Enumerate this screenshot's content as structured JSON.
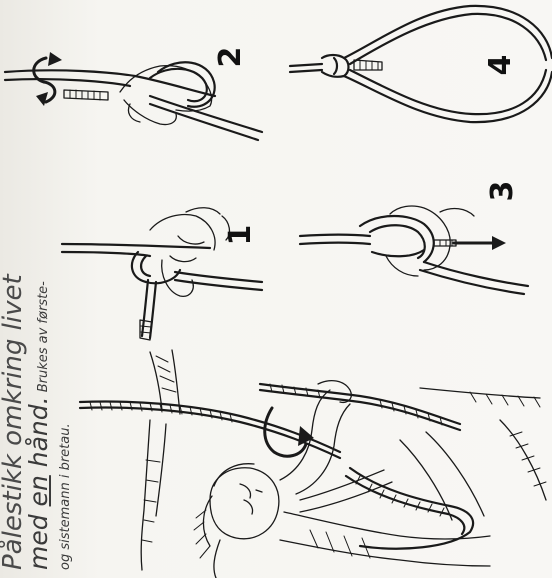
{
  "caption": {
    "line1": "Pålestikk omkring livet",
    "line2_prefix": "med ",
    "line2_underlined": "en",
    "line2_main": " hånd.",
    "line2_note": " Brukes av første-",
    "line3": "og sistemann i bretau."
  },
  "steps": {
    "step1": "1",
    "step2": "2",
    "step3": "3",
    "step4": "4"
  }
}
